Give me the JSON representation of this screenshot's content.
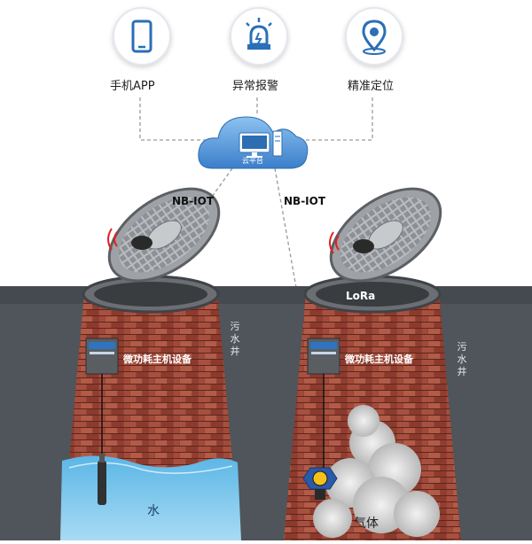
{
  "features": {
    "app": "手机APP",
    "alarm": "异常报警",
    "location": "精准定位"
  },
  "cloud": {
    "label": "云平台"
  },
  "links": {
    "left": "NB-IOT",
    "right": "NB-IOT",
    "lora": "LoRa"
  },
  "devices": {
    "left_host": "微功耗主机设备",
    "right_host": "微功耗主机设备"
  },
  "wells": {
    "left_side": "污水井",
    "right_side": "污水井",
    "water": "水",
    "gas": "气体"
  },
  "colors": {
    "accent_blue": "#2a6fb8",
    "cloud_blue": "#4a8fd6",
    "brick": "#8b3a2e",
    "ground": "#4b5157",
    "water": "#7cc6ea"
  }
}
